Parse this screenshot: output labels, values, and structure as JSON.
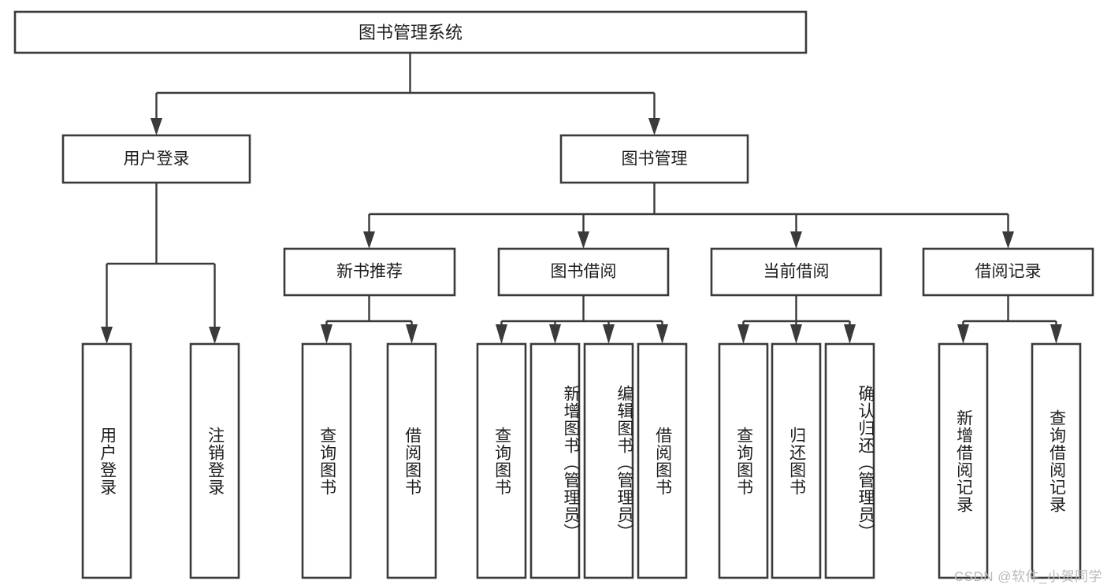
{
  "diagram": {
    "title": "图书管理系统",
    "type": "hierarchy-tree",
    "orientation": "top-down",
    "levels": 4,
    "colors": {
      "box_stroke": "#3a3a3a",
      "box_fill": "#ffffff",
      "connector": "#3a3a3a",
      "text": "#1d1d1d",
      "watermark": "#b9b9b9",
      "background": "#ffffff"
    },
    "root": {
      "label": "图书管理系统"
    },
    "level2": [
      {
        "id": "user-login",
        "label": "用户登录"
      },
      {
        "id": "book-manage",
        "label": "图书管理"
      }
    ],
    "level3": [
      {
        "id": "new-book-recommend",
        "label": "新书推荐",
        "parent": "book-manage"
      },
      {
        "id": "book-borrow",
        "label": "图书借阅",
        "parent": "book-manage"
      },
      {
        "id": "current-borrow",
        "label": "当前借阅",
        "parent": "book-manage"
      },
      {
        "id": "borrow-record",
        "label": "借阅记录",
        "parent": "book-manage"
      }
    ],
    "leaves": {
      "user-login": [
        {
          "id": "leaf-user-login",
          "label": "用户登录"
        },
        {
          "id": "leaf-logout-login",
          "label": "注销登录"
        }
      ],
      "new-book-recommend": [
        {
          "id": "leaf-query-book-1",
          "label": "查询图书"
        },
        {
          "id": "leaf-borrow-book-1",
          "label": "借阅图书"
        }
      ],
      "book-borrow": [
        {
          "id": "leaf-query-book-2",
          "label": "查询图书"
        },
        {
          "id": "leaf-add-book",
          "label": "新增图书（管理员）"
        },
        {
          "id": "leaf-edit-book",
          "label": "编辑图书（管理员）"
        },
        {
          "id": "leaf-borrow-book-2",
          "label": "借阅图书"
        }
      ],
      "current-borrow": [
        {
          "id": "leaf-query-book-3",
          "label": "查询图书"
        },
        {
          "id": "leaf-return-book",
          "label": "归还图书"
        },
        {
          "id": "leaf-confirm-return",
          "label": "确认归还（管理员）"
        }
      ],
      "borrow-record": [
        {
          "id": "leaf-add-record",
          "label": "新增借阅记录"
        },
        {
          "id": "leaf-query-record",
          "label": "查询借阅记录"
        }
      ]
    }
  },
  "watermark": {
    "text": "CSDN @软件_小贺同学"
  }
}
